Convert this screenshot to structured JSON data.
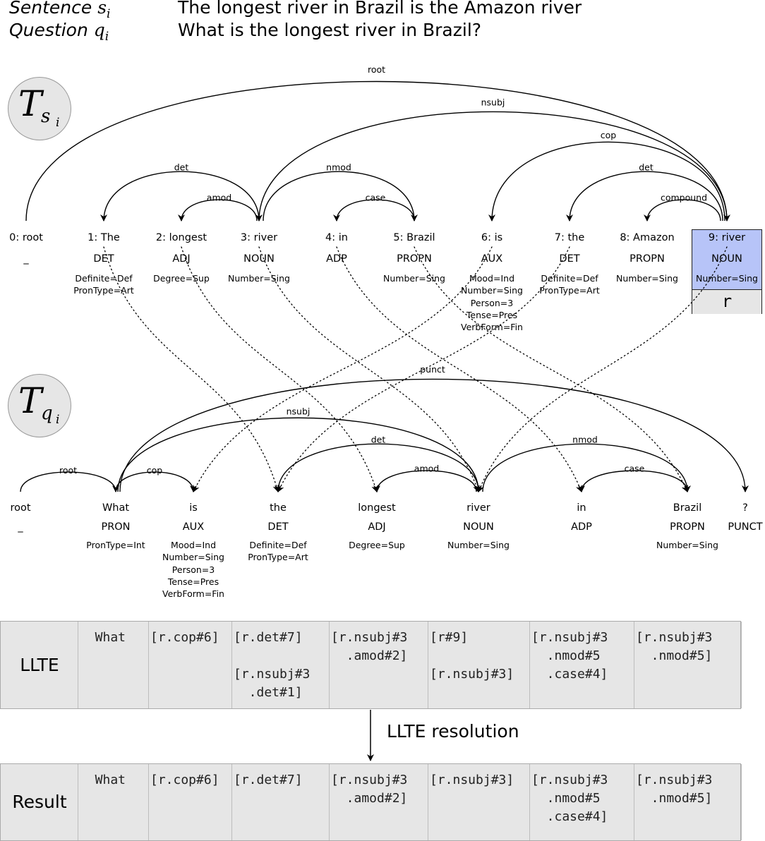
{
  "header": {
    "sentence_label": "Sentence",
    "sentence_symbol": "s",
    "sentence_sub": "i",
    "sentence_text": "The longest river in Brazil is the Amazon river",
    "question_label": "Question",
    "question_symbol": "q",
    "question_sub": "i",
    "question_text": "What is the longest river in Brazil?"
  },
  "badges": {
    "sentence_tree": {
      "T": "T",
      "s": "s",
      "i": "i"
    },
    "question_tree": {
      "T": "T",
      "q": "q",
      "i": "i"
    }
  },
  "sentence_tree": {
    "tokens": [
      {
        "word": "0: root",
        "pos": "_",
        "feats": ""
      },
      {
        "word": "1: The",
        "pos": "DET",
        "feats": "Definite=Def\nPronType=Art"
      },
      {
        "word": "2: longest",
        "pos": "ADJ",
        "feats": "Degree=Sup"
      },
      {
        "word": "3: river",
        "pos": "NOUN",
        "feats": "Number=Sing"
      },
      {
        "word": "4: in",
        "pos": "ADP",
        "feats": ""
      },
      {
        "word": "5: Brazil",
        "pos": "PROPN",
        "feats": "Number=Sing"
      },
      {
        "word": "6: is",
        "pos": "AUX",
        "feats": "Mood=Ind\nNumber=Sing\nPerson=3\nTense=Pres\nVerbForm=Fin"
      },
      {
        "word": "7: the",
        "pos": "DET",
        "feats": "Definite=Def\nPronType=Art"
      },
      {
        "word": "8: Amazon",
        "pos": "PROPN",
        "feats": "Number=Sing"
      },
      {
        "word": "9: river",
        "pos": "NOUN",
        "feats": "Number=Sing"
      }
    ],
    "arcs": [
      {
        "from": 0,
        "to": 9,
        "label": "root"
      },
      {
        "from": 9,
        "to": 3,
        "label": "nsubj"
      },
      {
        "from": 9,
        "to": 6,
        "label": "cop"
      },
      {
        "from": 9,
        "to": 7,
        "label": "det"
      },
      {
        "from": 9,
        "to": 8,
        "label": "compound"
      },
      {
        "from": 3,
        "to": 1,
        "label": "det"
      },
      {
        "from": 3,
        "to": 2,
        "label": "amod"
      },
      {
        "from": 3,
        "to": 5,
        "label": "nmod"
      },
      {
        "from": 5,
        "to": 4,
        "label": "case"
      }
    ],
    "highlight_box_symbol": "r"
  },
  "question_tree": {
    "tokens": [
      {
        "word": "root",
        "pos": "_",
        "feats": ""
      },
      {
        "word": "What",
        "pos": "PRON",
        "feats": "PronType=Int"
      },
      {
        "word": "is",
        "pos": "AUX",
        "feats": "Mood=Ind\nNumber=Sing\nPerson=3\nTense=Pres\nVerbForm=Fin"
      },
      {
        "word": "the",
        "pos": "DET",
        "feats": "Definite=Def\nPronType=Art"
      },
      {
        "word": "longest",
        "pos": "ADJ",
        "feats": "Degree=Sup"
      },
      {
        "word": "river",
        "pos": "NOUN",
        "feats": "Number=Sing"
      },
      {
        "word": "in",
        "pos": "ADP",
        "feats": ""
      },
      {
        "word": "Brazil",
        "pos": "PROPN",
        "feats": "Number=Sing"
      },
      {
        "word": "?",
        "pos": "PUNCT",
        "feats": ""
      }
    ],
    "arcs": [
      {
        "from": 0,
        "to": 1,
        "label": "root"
      },
      {
        "from": 1,
        "to": 2,
        "label": "cop"
      },
      {
        "from": 1,
        "to": 5,
        "label": "nsubj"
      },
      {
        "from": 1,
        "to": 8,
        "label": "punct"
      },
      {
        "from": 5,
        "to": 3,
        "label": "det"
      },
      {
        "from": 5,
        "to": 4,
        "label": "amod"
      },
      {
        "from": 5,
        "to": 7,
        "label": "nmod"
      },
      {
        "from": 7,
        "to": 6,
        "label": "case"
      }
    ]
  },
  "alignments": [
    {
      "s": 1,
      "q": 3
    },
    {
      "s": 2,
      "q": 4
    },
    {
      "s": 3,
      "q": 5
    },
    {
      "s": 4,
      "q": 6
    },
    {
      "s": 5,
      "q": 7
    },
    {
      "s": 6,
      "q": 2
    },
    {
      "s": 7,
      "q": 3
    },
    {
      "s": 9,
      "q": 5
    }
  ],
  "llte_table": {
    "label": "LLTE",
    "cells": [
      "What",
      "[r.cop#6]",
      "[r.det#7]\n\n[r.nsubj#3\n  .det#1]",
      "[r.nsubj#3\n  .amod#2]",
      "[r#9]\n\n[r.nsubj#3]",
      "[r.nsubj#3\n  .nmod#5\n  .case#4]",
      "[r.nsubj#3\n  .nmod#5]"
    ]
  },
  "resolution_label": "LLTE resolution",
  "result_table": {
    "label": "Result",
    "cells": [
      "What",
      "[r.cop#6]",
      "[r.det#7]",
      "[r.nsubj#3\n  .amod#2]",
      "[r.nsubj#3]",
      "[r.nsubj#3\n  .nmod#5\n  .case#4]",
      "[r.nsubj#3\n  .nmod#5]"
    ]
  }
}
